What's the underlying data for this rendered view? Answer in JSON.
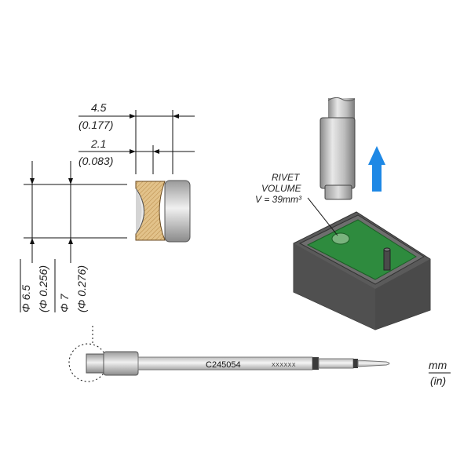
{
  "dimensions": {
    "length_total": {
      "mm": "4.5",
      "in": "(0.177)"
    },
    "length_inner": {
      "mm": "2.1",
      "in": "(0.083)"
    },
    "diameter_inner": {
      "mm": "6.5",
      "in": "(0.256)"
    },
    "diameter_outer": {
      "mm": "7",
      "in": "(0.276)"
    },
    "diameter_symbol": "Φ"
  },
  "callout": {
    "line1": "RIVET",
    "line2": "VOLUME",
    "line3": "V = 39mm³"
  },
  "tip": {
    "part_number": "C245054",
    "code": "XXXXXX"
  },
  "units": {
    "primary": "mm",
    "secondary": "(in)"
  },
  "colors": {
    "pcb_green": "#2e8b3e",
    "block_gray": "#5a5a5a",
    "arrow_blue": "#1e88e5",
    "tip_gold": "#d9b070"
  }
}
